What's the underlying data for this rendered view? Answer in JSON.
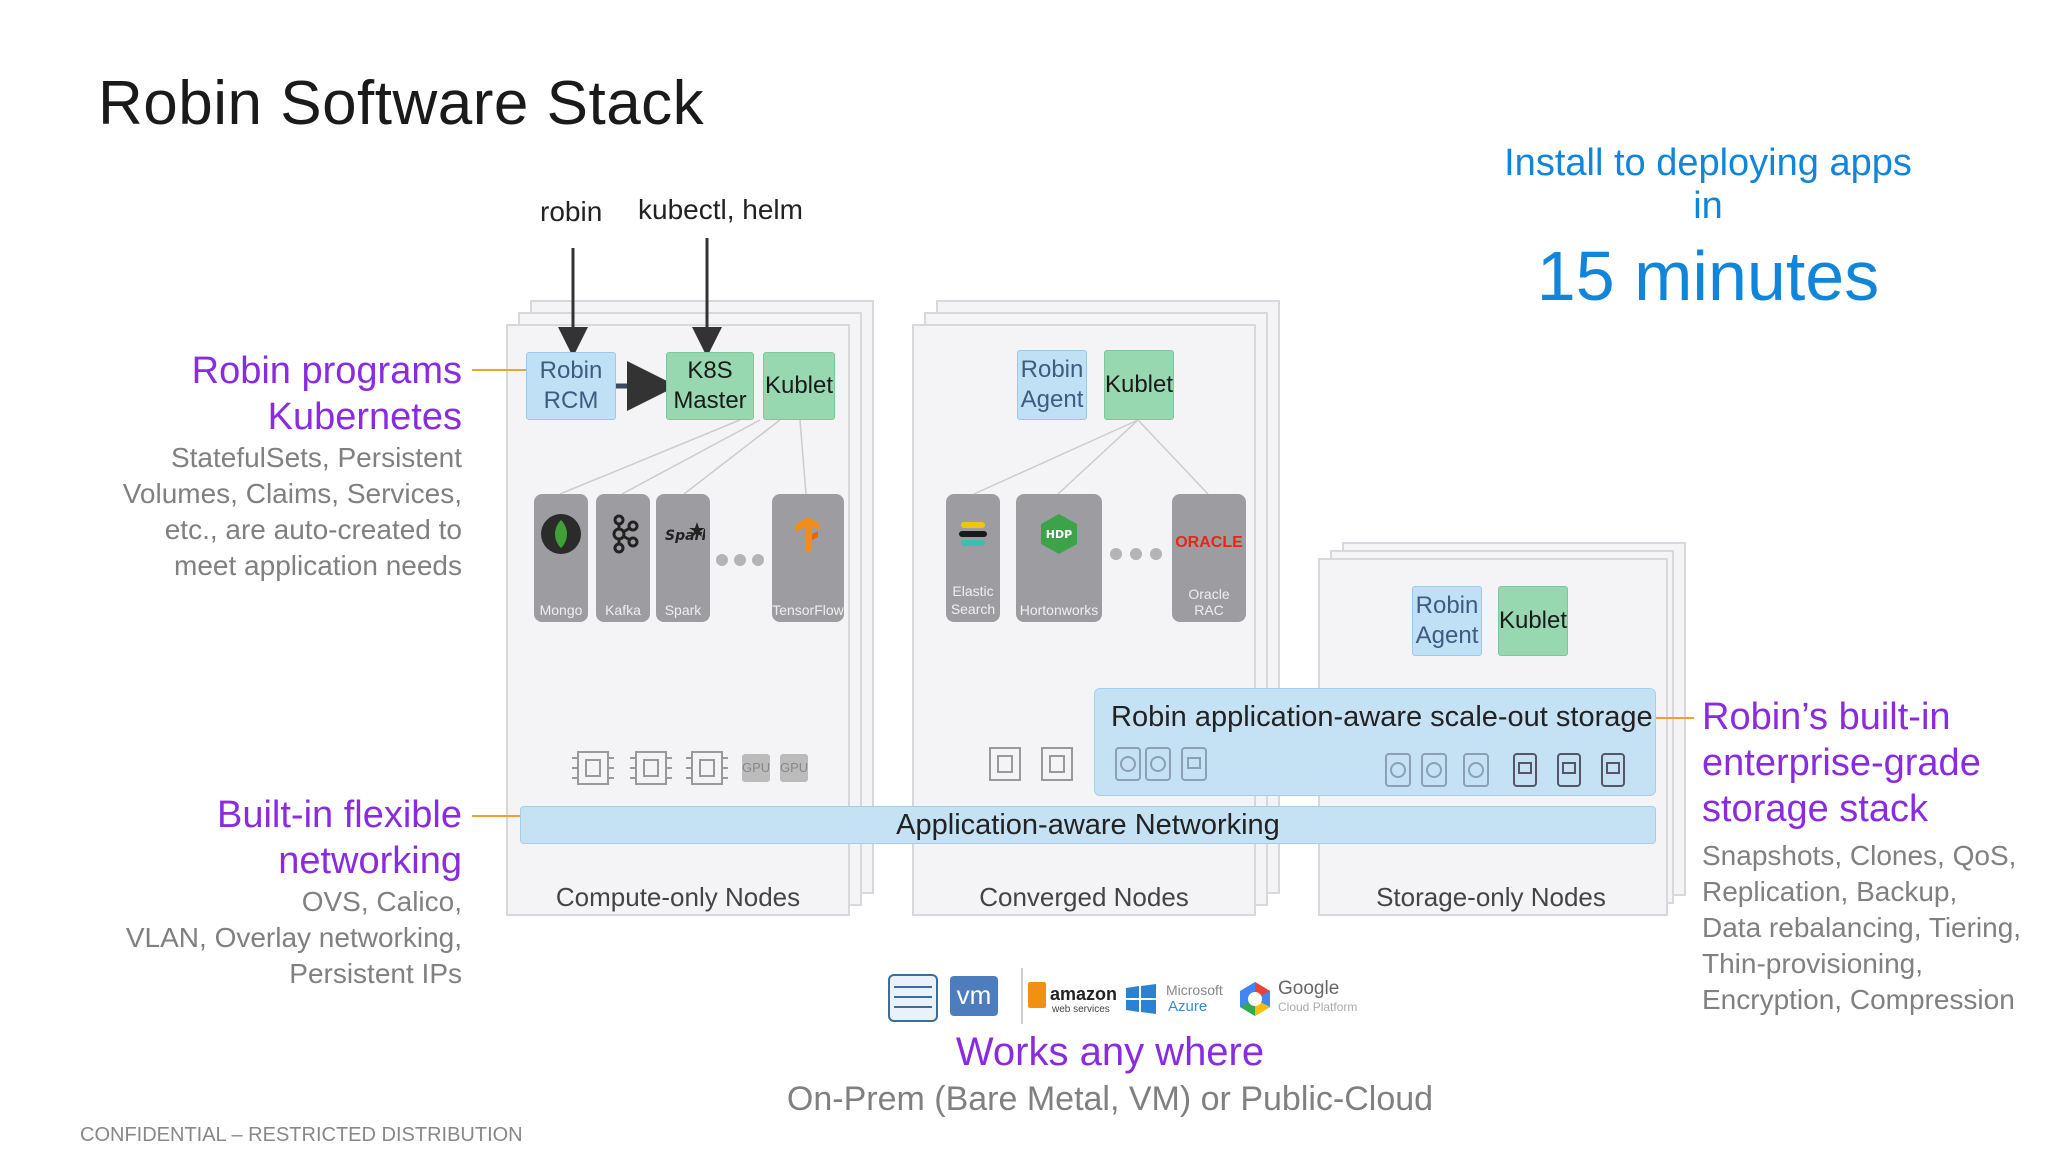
{
  "title": "Robin Software Stack",
  "install_text": "Install to deploying apps in",
  "minutes_text": "15 minutes",
  "commands": {
    "robin": "robin",
    "kubectl": "kubectl, helm"
  },
  "left_top": {
    "heading_line1": "Robin programs",
    "heading_line2": "Kubernetes",
    "sub": [
      "StatefulSets, Persistent",
      "Volumes, Claims, Services,",
      "etc., are auto-created to",
      "meet application needs"
    ]
  },
  "left_bottom": {
    "heading_line1": "Built-in flexible",
    "heading_line2": "networking",
    "sub": [
      "OVS, Calico,",
      "VLAN, Overlay networking,",
      "Persistent IPs"
    ]
  },
  "right": {
    "heading": [
      "Robin’s built-in",
      "enterprise-grade",
      "storage stack"
    ],
    "sub": [
      "Snapshots, Clones, QoS,",
      "Replication, Backup,",
      "Data rebalancing, Tiering,",
      "Thin-provisioning,",
      "Encryption, Compression"
    ]
  },
  "compute": {
    "robin_rcm": [
      "Robin",
      "RCM"
    ],
    "k8s_master": [
      "K8S",
      "Master"
    ],
    "kublet": "Kublet",
    "apps": [
      "Mongo",
      "Kafka",
      "Spark",
      "TensorFlow"
    ],
    "app_icons": [
      "mongodb-icon",
      "kafka-icon",
      "spark-icon",
      "tensorflow-icon"
    ],
    "gpu_labels": [
      "GPU",
      "GPU"
    ],
    "label": "Compute-only Nodes"
  },
  "converged": {
    "robin_agent": [
      "Robin",
      "Agent"
    ],
    "kublet": "Kublet",
    "apps": [
      "Elastic",
      "Search",
      "Hortonworks",
      "Oracle RAC"
    ],
    "hdp_text": "HDP",
    "oracle_text": "ORACLE",
    "label": "Converged Nodes"
  },
  "storage_node": {
    "robin_agent": [
      "Robin",
      "Agent"
    ],
    "kublet": "Kublet",
    "label": "Storage-only Nodes"
  },
  "storage_bar": "Robin application-aware scale-out storage",
  "network_bar": "Application-aware Networking",
  "logos": {
    "vm": "vm",
    "amazon": "amazon",
    "amazon_sub": "web services",
    "azure_line1": "Microsoft",
    "azure_line2": "Azure",
    "google_line1": "Google",
    "google_line2": "Cloud Platform"
  },
  "works": "Works any where",
  "onprem": "On-Prem (Bare Metal, VM) or Public-Cloud",
  "footer": "CONFIDENTIAL – RESTRICTED DISTRIBUTION",
  "colors": {
    "purple": "#8a2be2",
    "blue": "#1185d9",
    "robin_box": "#bfe0f5",
    "kublet_box": "#97d8b0",
    "bar": "#c5e2f5"
  }
}
